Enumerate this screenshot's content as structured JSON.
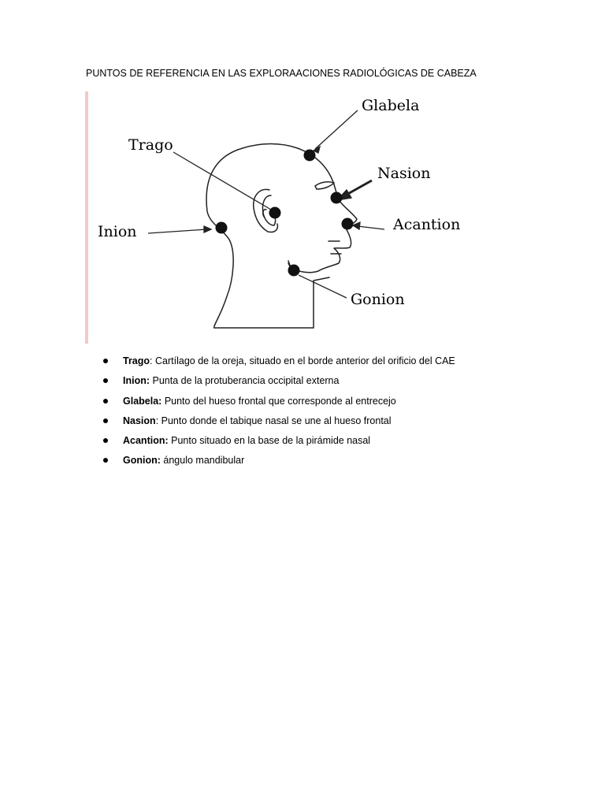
{
  "document": {
    "title": "PUNTOS DE REFERENCIA EN LAS EXPLORAACIONES RADIOLÓGICAS DE CABEZA"
  },
  "figure": {
    "labels": {
      "glabela": "Glabela",
      "trago": "Trago",
      "nasion": "Nasion",
      "inion": "Inion",
      "acantion": "Acantion",
      "gonion": "Gonion"
    }
  },
  "definitions": [
    {
      "term": "Trago",
      "separator": ": ",
      "text": "Cartílago de la oreja, situado en el borde anterior del orificio del CAE"
    },
    {
      "term": "Inion:",
      "separator": " ",
      "text": "Punta de la protuberancia occipital externa"
    },
    {
      "term": "Glabela:",
      "separator": " ",
      "text": "Punto del hueso frontal que corresponde al entrecejo"
    },
    {
      "term": "Nasion",
      "separator": ": ",
      "text": "Punto donde el tabique nasal se une al hueso frontal"
    },
    {
      "term": "Acantion:",
      "separator": " ",
      "text": "Punto situado en la base de la pirámide nasal"
    },
    {
      "term": "Gonion:",
      "separator": " ",
      "text": "ángulo mandibular"
    }
  ]
}
